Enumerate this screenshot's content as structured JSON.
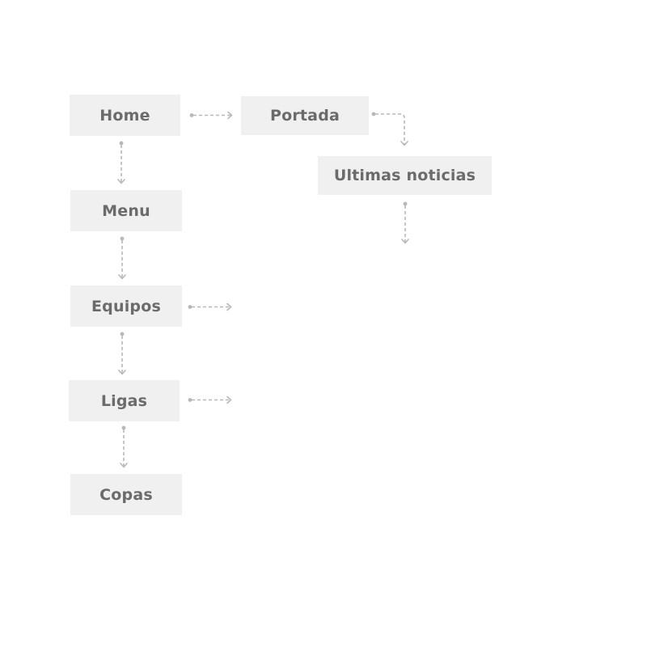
{
  "nodes": {
    "home": "Home",
    "portada": "Portada",
    "ultimas_noticias": "Ultimas noticias",
    "menu": "Menu",
    "equipos": "Equipos",
    "ligas": "Ligas",
    "copas": "Copas"
  },
  "colors": {
    "node_fill": "#f0f0f0",
    "node_text": "#6b6b6b",
    "connector": "#b8b8b8",
    "background": "#ffffff"
  }
}
